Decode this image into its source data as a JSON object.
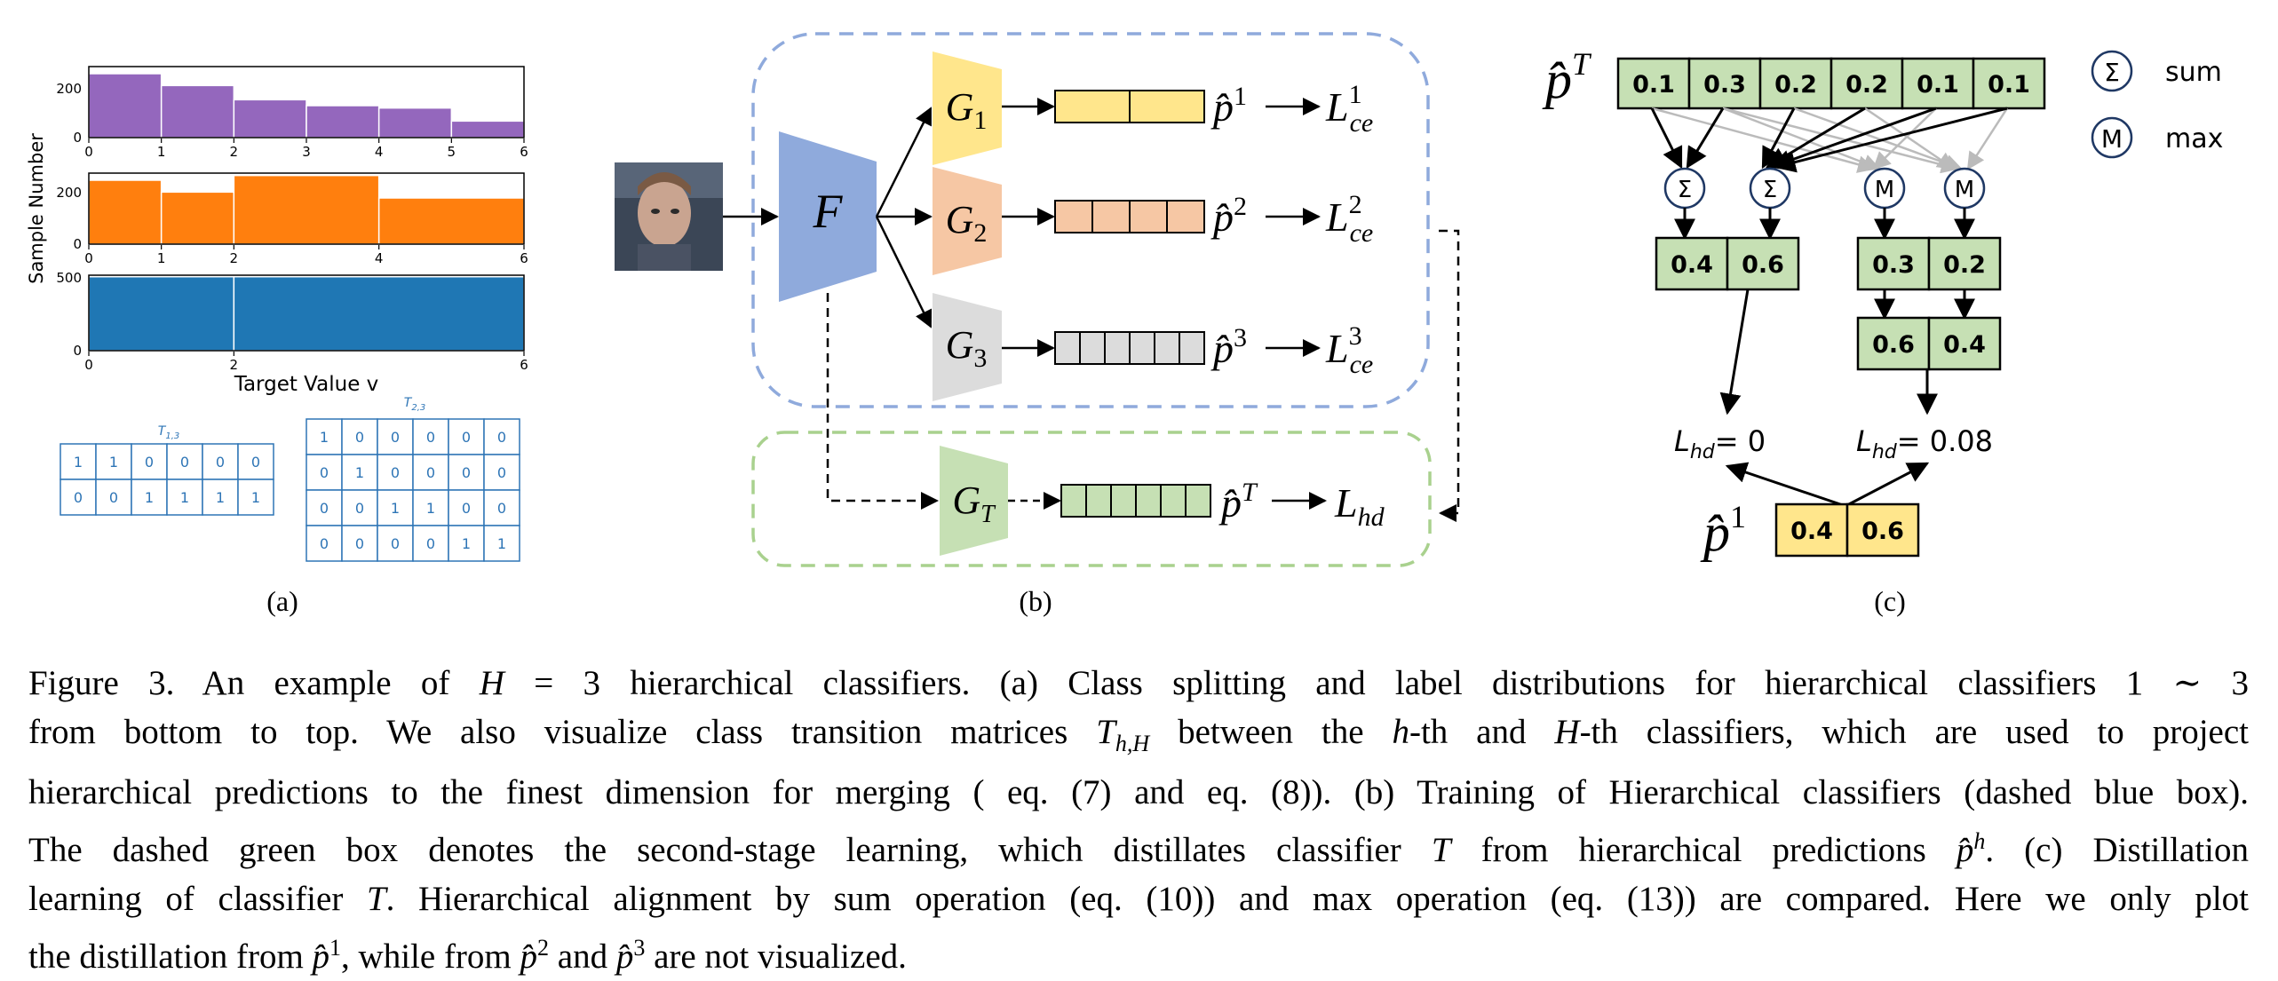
{
  "panel_a": {
    "ylabel": "Sample Number",
    "xlabel": "Target Value v",
    "ytick_top": [
      "0",
      "200"
    ],
    "ytick_mid": [
      "0",
      "200"
    ],
    "ytick_bot": [
      "0",
      "500"
    ],
    "xticks_top": [
      "0",
      "1",
      "2",
      "3",
      "4",
      "5",
      "6"
    ],
    "xticks_mid": [
      "0",
      "1",
      "2",
      "4",
      "6"
    ],
    "xticks_bot": [
      "0",
      "2",
      "6"
    ],
    "bar_colors": [
      "#9467bd",
      "#ff7f0e",
      "#1f77b4"
    ],
    "matrix1_title": "T1,3",
    "matrix1": [
      [
        "1",
        "1",
        "0",
        "0",
        "0",
        "0"
      ],
      [
        "0",
        "0",
        "1",
        "1",
        "1",
        "1"
      ]
    ],
    "matrix2_title": "T2,3",
    "matrix2": [
      [
        "1",
        "0",
        "0",
        "0",
        "0",
        "0"
      ],
      [
        "0",
        "1",
        "0",
        "0",
        "0",
        "0"
      ],
      [
        "0",
        "0",
        "1",
        "1",
        "0",
        "0"
      ],
      [
        "0",
        "0",
        "0",
        "0",
        "1",
        "1"
      ]
    ],
    "label": "(a)"
  },
  "chart_data": [
    {
      "type": "bar",
      "title": "",
      "xlabel": "",
      "ylabel": "",
      "bin_edges": [
        0,
        1,
        2,
        3,
        4,
        5,
        6
      ],
      "values": [
        270,
        220,
        160,
        135,
        125,
        70
      ],
      "ylim": [
        0,
        300
      ]
    },
    {
      "type": "bar",
      "title": "",
      "xlabel": "",
      "ylabel": "",
      "bin_edges": [
        0,
        1,
        2,
        4,
        6
      ],
      "values": [
        270,
        220,
        290,
        195
      ],
      "ylim": [
        0,
        300
      ]
    },
    {
      "type": "bar",
      "title": "",
      "xlabel": "Target Value v",
      "ylabel": "Sample Number",
      "bin_edges": [
        0,
        2,
        6
      ],
      "values": [
        490,
        490
      ],
      "ylim": [
        0,
        500
      ]
    }
  ],
  "panel_b": {
    "backbone": "F",
    "heads": [
      "G1",
      "G2",
      "G3"
    ],
    "teacher": "GT",
    "preds": [
      "p̂1",
      "p̂2",
      "p̂3"
    ],
    "teacher_pred": "p̂T",
    "losses": [
      "Lce1",
      "Lce2",
      "Lce3"
    ],
    "teacher_loss": "Lhd",
    "head_colors": [
      "#ffe68c",
      "#f6c7a4",
      "#dcdcdc",
      "#c6e0b4"
    ],
    "backbone_color": "#8faadc",
    "label": "(b)"
  },
  "panel_c": {
    "pT_label": "p̂T",
    "pT_values": [
      "0.1",
      "0.3",
      "0.2",
      "0.2",
      "0.1",
      "0.1"
    ],
    "op_sum": "Σ",
    "op_max": "M",
    "legend_sum": "sum",
    "legend_max": "max",
    "sum_result": [
      "0.4",
      "0.6"
    ],
    "max_result": [
      "0.3",
      "0.2"
    ],
    "max_normalized": [
      "0.6",
      "0.4"
    ],
    "loss_sum": "= 0",
    "loss_max": "= 0.08",
    "p1_label": "p̂1",
    "p1_values": [
      "0.4",
      "0.6"
    ],
    "label": "(c)"
  },
  "caption": {
    "l1a": "Figure 3.  An example of ",
    "l1b": " hierarchical classifiers.  (a) Class splitting and label distributions for hierarchical classifiers 1 ∼ 3",
    "l2a": "from bottom to top.  We also visualize class transition matrices ",
    "l2b": " between the ",
    "l2c": "-th and ",
    "l2d": "-th classifiers, which are used to project",
    "l3": "hierarchical predictions to the finest dimension for merging ( eq. (7) and eq. (8)). (b) Training of Hierarchical classifiers (dashed blue box).",
    "l4a": "The dashed green box denotes the second-stage learning, which distillates classifier ",
    "l4b": " from hierarchical predictions ",
    "l4c": ".  (c) Distillation",
    "l5a": "learning of classifier ",
    "l5b": ". Hierarchical alignment by sum operation (eq. (10)) and max operation (eq. (13)) are compared. Here we only plot",
    "l6a": "the distillation from ",
    "l6b": ", while from ",
    "l6c": " and ",
    "l6d": " are not visualized."
  }
}
